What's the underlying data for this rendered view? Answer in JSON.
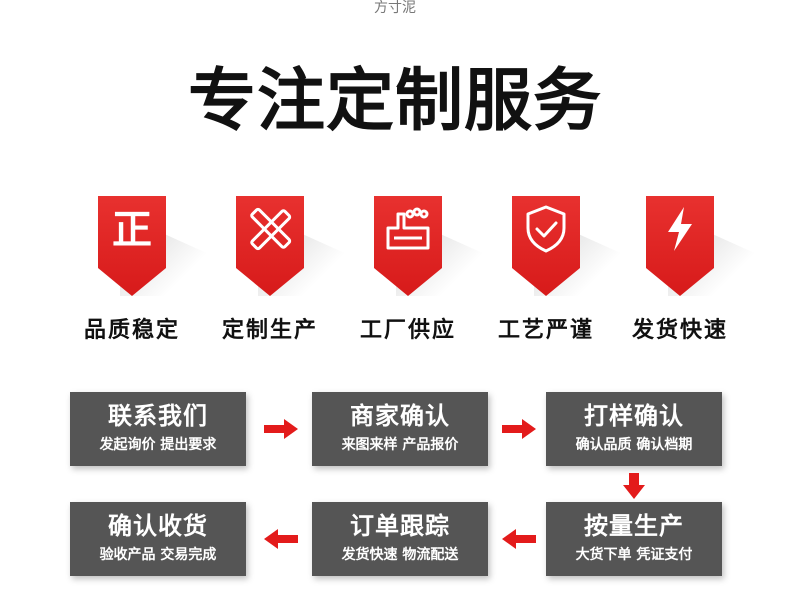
{
  "watermark": "方寸泥",
  "title": "专注定制服务",
  "accent_color": "#d71a1a",
  "features": [
    {
      "label": "品质稳定",
      "icon": "zheng-glyph-icon",
      "glyph": "正"
    },
    {
      "label": "定制生产",
      "icon": "pencil-ruler-icon"
    },
    {
      "label": "工厂供应",
      "icon": "factory-icon"
    },
    {
      "label": "工艺严谨",
      "icon": "shield-check-icon"
    },
    {
      "label": "发货快速",
      "icon": "lightning-icon"
    }
  ],
  "steps": [
    {
      "title": "联系我们",
      "sub": "发起询价 提出要求"
    },
    {
      "title": "商家确认",
      "sub": "来图来样  产品报价"
    },
    {
      "title": "打样确认",
      "sub": "确认品质 确认档期"
    },
    {
      "title": "按量生产",
      "sub": "大货下单 凭证支付"
    },
    {
      "title": "订单跟踪",
      "sub": "发货快速 物流配送"
    },
    {
      "title": "确认收货",
      "sub": "验收产品 交易完成"
    }
  ]
}
